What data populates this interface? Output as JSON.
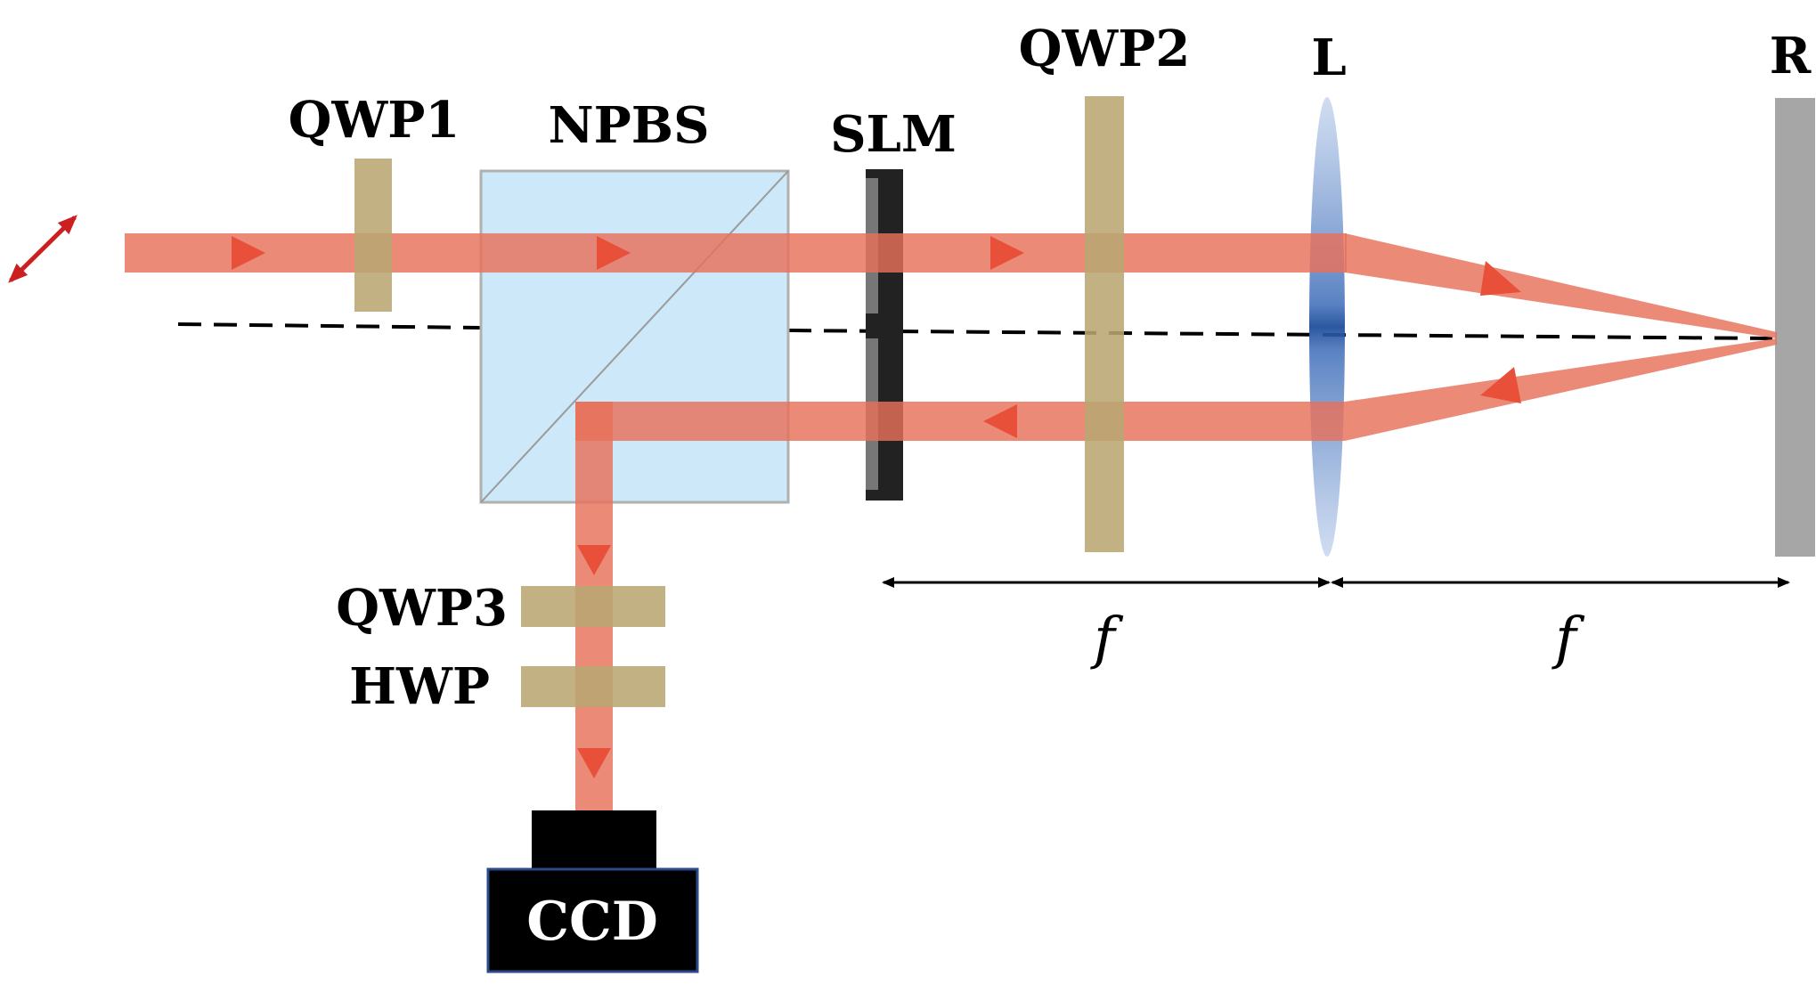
{
  "labels": {
    "qwp1": "QWP1",
    "npbs": "NPBS",
    "slm": "SLM",
    "qwp2": "QWP2",
    "lens": "L",
    "mirror": "R",
    "qwp3": "QWP3",
    "hwp": "HWP",
    "ccd": "CCD",
    "focal1": "f",
    "focal2": "f"
  },
  "colors": {
    "beam": "#e8705a",
    "beam_arrow": "#e8503a",
    "waveplate": "#b8a672",
    "npbs_fill": "#cde8f8",
    "npbs_edge": "#b0b0b0",
    "slm_dark": "#222222",
    "slm_light": "#777777",
    "lens_edge": "#a9c1e6",
    "lens_center": "#1f4f9a",
    "mirror": "#a6a6a6",
    "ccd_body": "#000000",
    "ccd_border": "#2a4a8a",
    "polarization_arrow": "#cc1f1f",
    "axis_line": "#000000"
  },
  "icons": {
    "polarization": "double-headed-arrow-icon",
    "propagation": "triangle-arrow-icon"
  }
}
